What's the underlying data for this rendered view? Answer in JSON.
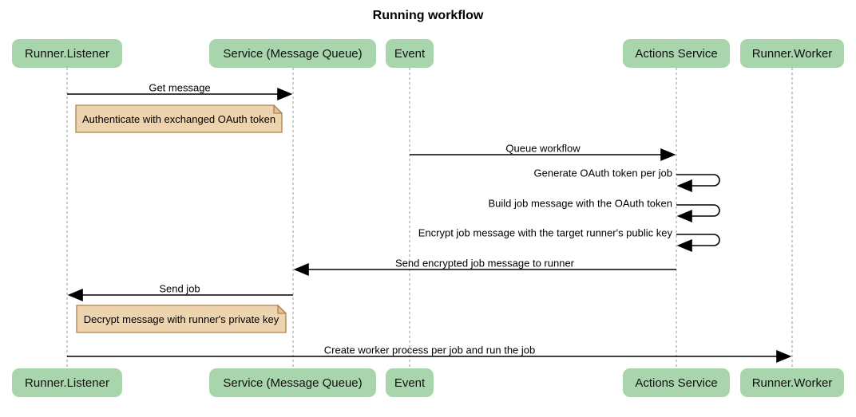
{
  "title": "Running workflow",
  "diagram_type": "sequence",
  "colors": {
    "actor_fill": "#a8d5ac",
    "note_fill": "#edd3ae",
    "note_fold": "#e3c293",
    "note_border": "#ac8253",
    "lifeline": "#9a9a9a",
    "arrow": "#000000",
    "background": "#ffffff"
  },
  "actors": [
    {
      "label": "Runner.Listener"
    },
    {
      "label": "Service (Message Queue)"
    },
    {
      "label": "Event"
    },
    {
      "label": "Actions Service"
    },
    {
      "label": "Runner.Worker"
    }
  ],
  "messages": {
    "get_message": {
      "from": "Runner.Listener",
      "to": "Service (Message Queue)",
      "label": "Get message"
    },
    "queue_workflow": {
      "from": "Event",
      "to": "Actions Service",
      "label": "Queue workflow"
    },
    "generate_token": {
      "type": "self",
      "actor": "Actions Service",
      "label": "Generate OAuth token per job"
    },
    "build_job_message": {
      "type": "self",
      "actor": "Actions Service",
      "label": "Build job message with the OAuth token"
    },
    "encrypt_job_message": {
      "type": "self",
      "actor": "Actions Service",
      "label": "Encrypt job message with the target runner's public key"
    },
    "send_encrypted": {
      "from": "Actions Service",
      "to": "Service (Message Queue)",
      "label": "Send encrypted job message to runner"
    },
    "send_job": {
      "from": "Service (Message Queue)",
      "to": "Runner.Listener",
      "label": "Send job"
    },
    "create_worker": {
      "from": "Runner.Listener",
      "to": "Runner.Worker",
      "label": "Create worker process per job and run the job"
    }
  },
  "notes": {
    "authenticate": {
      "over": "Runner.Listener",
      "label": "Authenticate with exchanged OAuth token"
    },
    "decrypt": {
      "over": "Runner.Listener",
      "label": "Decrypt message with runner's private key"
    }
  }
}
